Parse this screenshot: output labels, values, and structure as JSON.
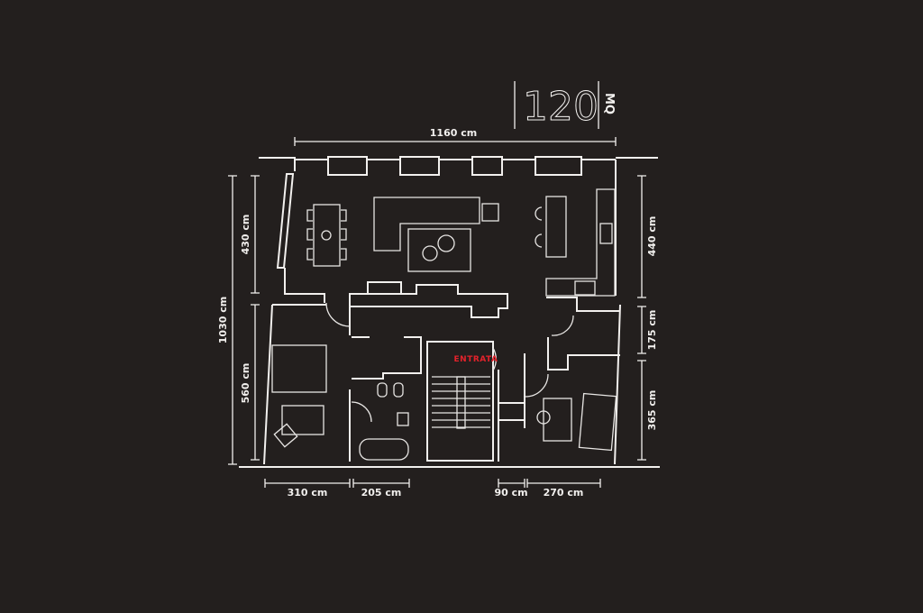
{
  "title": {
    "area_value": "120",
    "area_unit": "MQ"
  },
  "labels": {
    "entrance": "ENTRATA"
  },
  "dimensions": {
    "top_width": "1160 cm",
    "left_total": "1030 cm",
    "left_upper": "430 cm",
    "left_lower": "560 cm",
    "right_upper": "440 cm",
    "right_middle": "175 cm",
    "right_lower": "365 cm",
    "bottom_bedroom": "310 cm",
    "bottom_bath": "205 cm",
    "bottom_corridor": "90 cm",
    "bottom_room": "270 cm"
  },
  "colors": {
    "background": "#231f1e",
    "lines": "#f2f0ee",
    "accent": "#e3222b"
  }
}
